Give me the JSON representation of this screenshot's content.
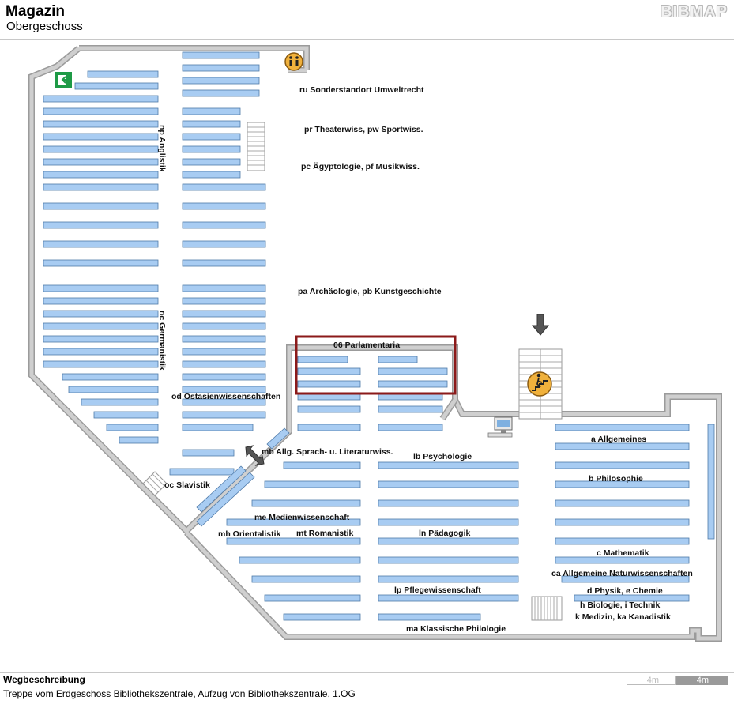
{
  "header": {
    "title": "Magazin",
    "floor": "Obergeschoss",
    "brand": "BIBMAP"
  },
  "map": {
    "labels": {
      "np": "np Anglistik",
      "nc": "nc Germanistik",
      "od": "od Ostasienwissenschaften",
      "oc": "oc Slavistik",
      "mb": "mb Allg. Sprach- u. Literaturwiss.",
      "me": "me Medienwissenschaft",
      "mh": "mh Orientalistik",
      "mt": "mt Romanistik",
      "ma": "ma Klassische Philologie",
      "ru": "ru Sonderstandort Umweltrecht",
      "pr": "pr Theaterwiss, pw Sportwiss.",
      "pc": "pc Ägyptologie, pf Musikwiss.",
      "pa": "pa Archäologie, pb Kunstgeschichte",
      "parl": "06 Parlamentaria",
      "lb": "lb Psychologie",
      "ln": "ln Pädagogik",
      "lp": "lp Pflegewissenschaft",
      "a": "a Allgemeines",
      "b": "b Philosophie",
      "c": "c Mathematik",
      "ca": "ca Allgemeine Naturwissenschaften",
      "d": "d Physik, e Chemie",
      "h": "h Biologie, i Technik",
      "k": "k Medizin, ka Kanadistik"
    },
    "icons": [
      "exit-icon",
      "restroom-icon",
      "stairs-icon",
      "computer-icon",
      "arrow-down-icon",
      "double-arrow-icon"
    ],
    "colors": {
      "shelf": "#a8ccf2",
      "wall": "#9b9b9b",
      "highlight": "#8b1a1a"
    }
  },
  "footer": {
    "title": "Wegbeschreibung",
    "text": "Treppe vom Erdgeschoss Bibliothekszentrale, Aufzug von Bibliothekszentrale, 1.OG",
    "scale_left": "4m",
    "scale_right": "4m"
  }
}
